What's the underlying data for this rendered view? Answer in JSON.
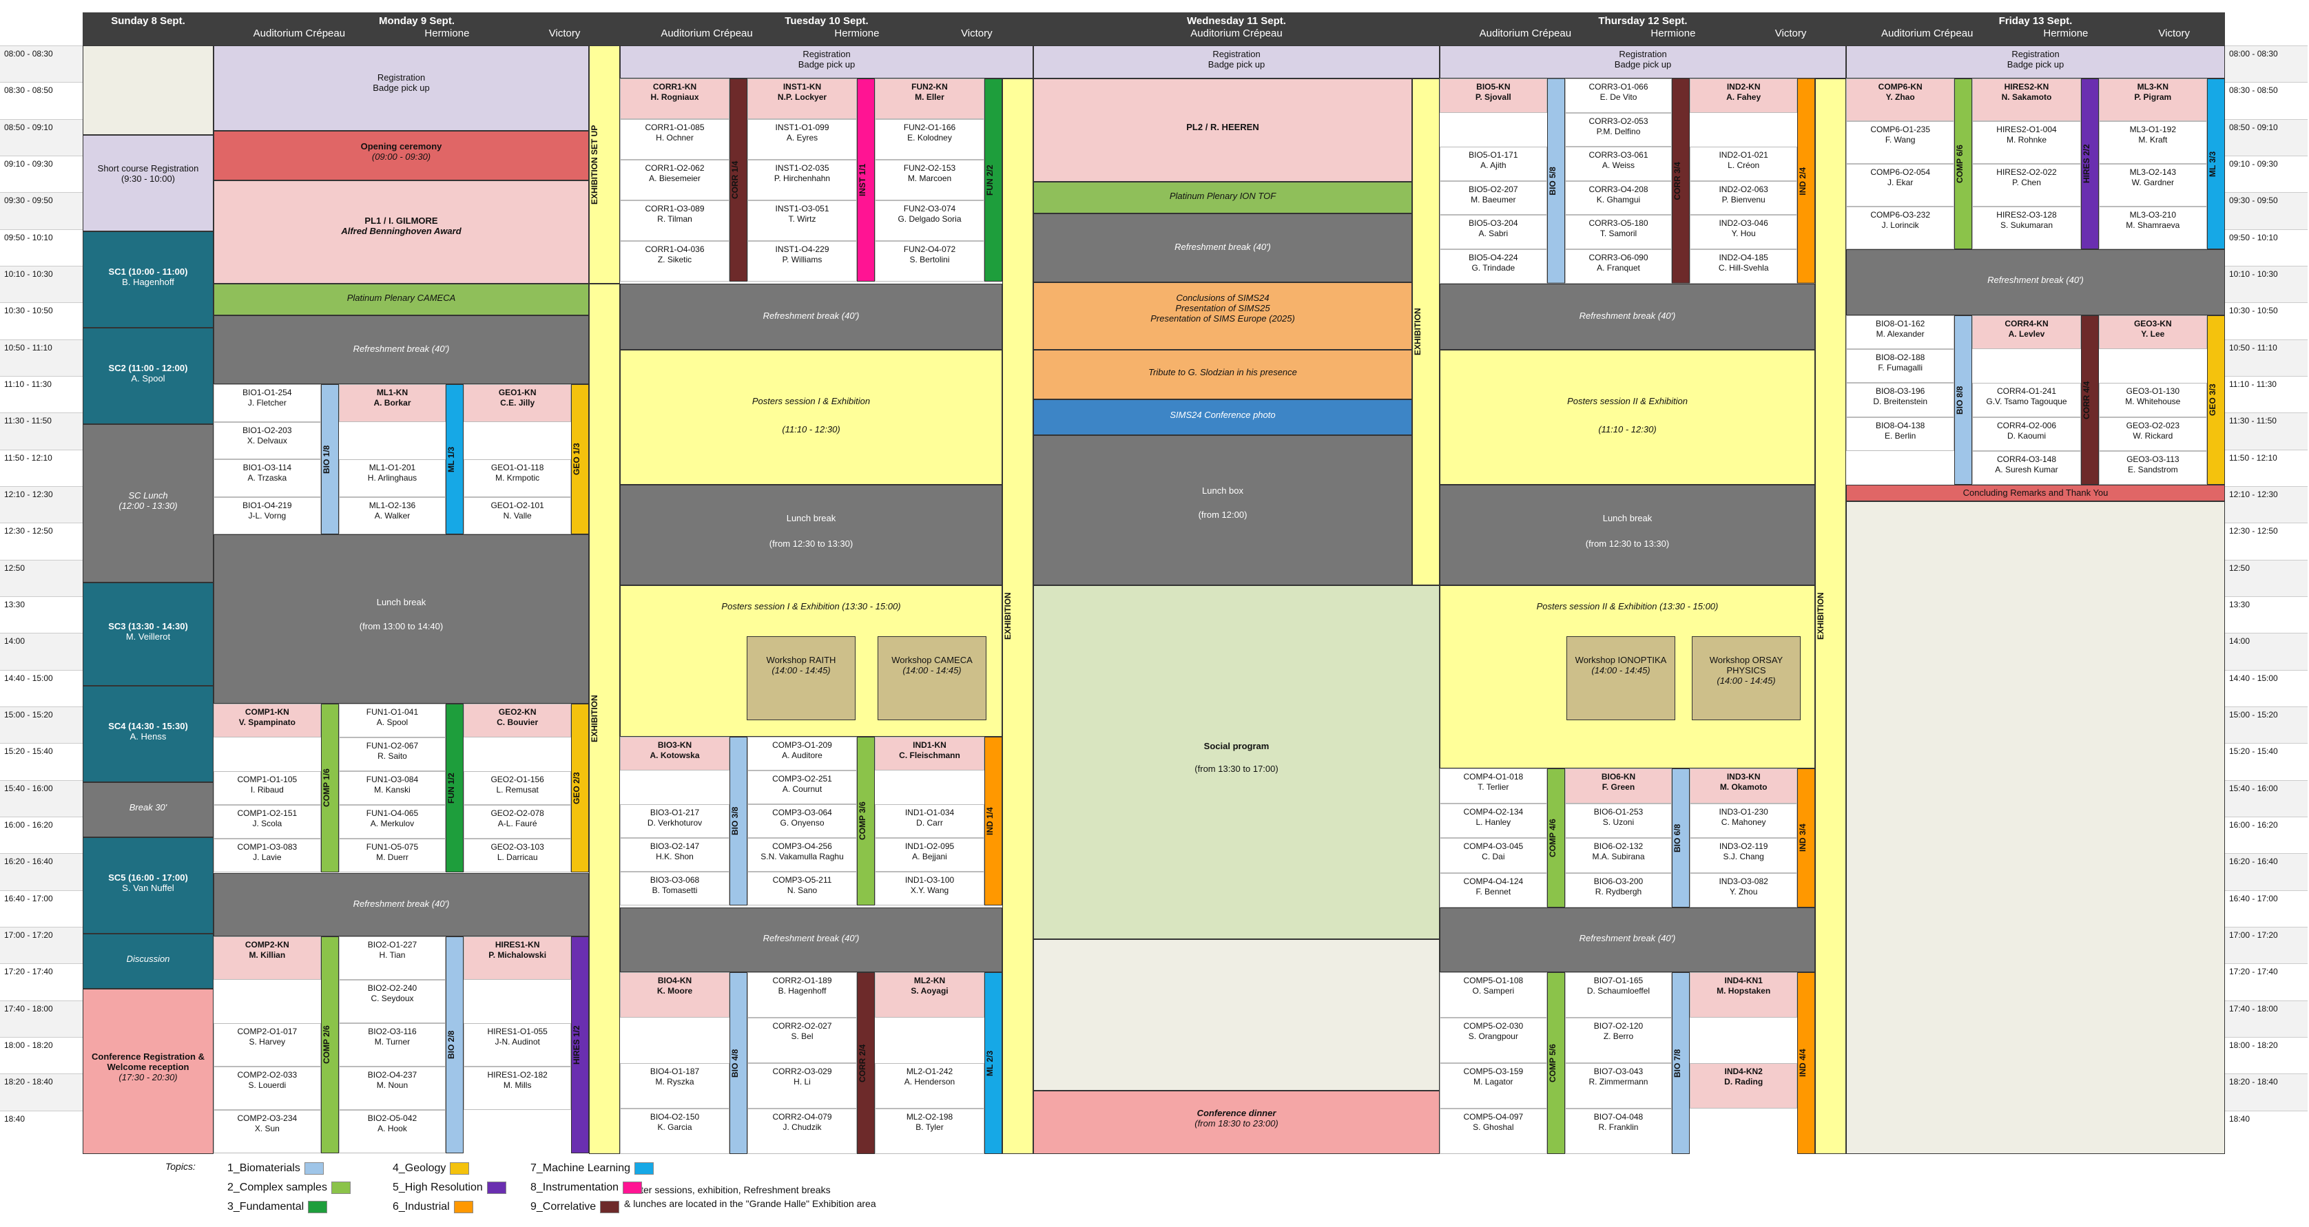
{
  "days": {
    "sun": "Sunday 8 Sept.",
    "mon": "Monday 9 Sept.",
    "tue": "Tuesday 10 Sept.",
    "wed": "Wednesday 11 Sept.",
    "thu": "Thursday 12 Sept.",
    "fri": "Friday 13 Sept."
  },
  "rooms": {
    "a": "Auditorium Crépeau",
    "h": "Hermione",
    "v": "Victory"
  },
  "times": [
    "08:00 - 08:30",
    "08:30 - 08:50",
    "08:50 - 09:10",
    "09:10 - 09:30",
    "09:30 - 09:50",
    "09:50 - 10:10",
    "10:10 - 10:30",
    "10:30 - 10:50",
    "10:50 - 11:10",
    "11:10 - 11:30",
    "11:30 - 11:50",
    "11:50 - 12:10",
    "12:10 - 12:30",
    "12:30 - 12:50",
    "12:50",
    "13:30",
    "14:00",
    "14:40 - 15:00",
    "15:00 - 15:20",
    "15:20 - 15:40",
    "15:40 - 16:00",
    "16:00 - 16:20",
    "16:20 - 16:40",
    "16:40 - 17:00",
    "17:00 - 17:20",
    "17:20 - 17:40",
    "17:40 - 18:00",
    "18:00 - 18:20",
    "18:20 - 18:40",
    "18:40"
  ],
  "sunday": {
    "short_course": "Short course Registration",
    "short_course_time": "(9:30 - 10:00)",
    "sc1": "SC1 (10:00 - 11:00)",
    "sc1_who": "B. Hagenhoff",
    "sc2": "SC2 (11:00 - 12:00)",
    "sc2_who": "A. Spool",
    "sc_lunch": "SC Lunch",
    "sc_lunch_time": "(12:00 - 13:30)",
    "sc3": "SC3 (13:30 - 14:30)",
    "sc3_who": "M. Veillerot",
    "sc4": "SC4 (14:30 - 15:30)",
    "sc4_who": "A. Henss",
    "break": "Break 30'",
    "sc5": "SC5 (16:00 - 17:00)",
    "sc5_who": "S. Van Nuffel",
    "discussion": "Discussion",
    "conf_reg": "Conference Registration & Welcome reception",
    "conf_reg_time": "(17:30 - 20:30)"
  },
  "monday": {
    "registration": "Registration",
    "badge": "Badge pick up",
    "opening": "Opening ceremony",
    "opening_time": "(09:00 - 09:30)",
    "pl1": "PL1 / I. GILMORE",
    "pl1_sub": "Alfred Benninghoven Award",
    "cameca": "Platinum Plenary CAMECA",
    "refresh": "Refreshment break (40')",
    "lunch": "Lunch break",
    "lunch_time": "(from 13:00 to 14:40)",
    "setup": "EXHIBITION SET UP",
    "exhibition": "EXHIBITION",
    "refresh2": "Refreshment break (40')",
    "morning": [
      [
        "BIO1-O1-254",
        "J. Fletcher",
        "ML1-KN",
        "A. Borkar",
        "GEO1-KN",
        "C.E. Jilly"
      ],
      [
        "BIO1-O2-203",
        "X. Delvaux",
        "",
        "",
        "",
        ""
      ],
      [
        "BIO1-O3-114",
        "A. Trzaska",
        "ML1-O1-201",
        "H. Arlinghaus",
        "GEO1-O1-118",
        "M. Krmpotic"
      ],
      [
        "BIO1-O4-219",
        "J-L. Vorng",
        "ML1-O2-136",
        "A. Walker",
        "GEO1-O2-101",
        "N. Valle"
      ]
    ],
    "afternoon": [
      [
        "COMP1-KN",
        "V. Spampinato",
        "FUN1-O1-041",
        "A. Spool",
        "GEO2-KN",
        "C. Bouvier"
      ],
      [
        "",
        "",
        "FUN1-O2-067",
        "R. Saito",
        "",
        ""
      ],
      [
        "COMP1-O1-105",
        "I. Ribaud",
        "FUN1-O3-084",
        "M. Kanski",
        "GEO2-O1-156",
        "L. Remusat"
      ],
      [
        "COMP1-O2-151",
        "J. Scola",
        "FUN1-O4-065",
        "A. Merkulov",
        "GEO2-O2-078",
        "A-L. Fauré"
      ],
      [
        "COMP1-O3-083",
        "J. Lavie",
        "FUN1-O5-075",
        "M. Duerr",
        "GEO2-O3-103",
        "L. Darricau"
      ]
    ],
    "evening": [
      [
        "COMP2-KN",
        "M. Killian",
        "BIO2-O1-227",
        "H. Tian",
        "HIRES1-KN",
        "P. Michalowski"
      ],
      [
        "",
        "",
        "BIO2-O2-240",
        "C. Seydoux",
        "",
        ""
      ],
      [
        "COMP2-O1-017",
        "S. Harvey",
        "BIO2-O3-116",
        "M. Turner",
        "HIRES1-O1-055",
        "J-N. Audinot"
      ],
      [
        "COMP2-O2-033",
        "S. Louerdi",
        "BIO2-O4-237",
        "M. Noun",
        "HIRES1-O2-182",
        "M. Mills"
      ],
      [
        "COMP2-O3-234",
        "X. Sun",
        "BIO2-O5-042",
        "A. Hook",
        "",
        ""
      ]
    ],
    "bars": [
      "BIO 1/8",
      "ML 1/3",
      "GEO 1/3",
      "COMP 1/6",
      "FUN 1/2",
      "GEO 2/3",
      "COMP 2/6",
      "BIO 2/8",
      "HIRES 1/2"
    ]
  },
  "tuesday": {
    "registration": "Registration",
    "badge": "Badge pick up",
    "refresh": "Refreshment break (40')",
    "posters1": "Posters session I & Exhibition",
    "posters1_time": "(11:10 - 12:30)",
    "lunch": "Lunch break",
    "lunch_time": "(from 12:30 to 13:30)",
    "posters2": "Posters session I & Exhibition (13:30 - 15:00)",
    "ws1": "Workshop RAITH",
    "ws1_time": "(14:00 - 14:45)",
    "ws2": "Workshop CAMECA",
    "ws2_time": "(14:00 - 14:45)",
    "refresh2": "Refreshment break (40')",
    "exhibition": "EXHIBITION",
    "morning": [
      [
        "CORR1-KN",
        "H. Rogniaux",
        "INST1-KN",
        "N.P. Lockyer",
        "FUN2-KN",
        "M. Eller"
      ],
      [
        "CORR1-O1-085",
        "H. Ochner",
        "INST1-O1-099",
        "A. Eyres",
        "FUN2-O1-166",
        "E. Kolodney"
      ],
      [
        "CORR1-O2-062",
        "A. Biesemeier",
        "INST1-O2-035",
        "P. Hirchenhahn",
        "FUN2-O2-153",
        "M. Marcoen"
      ],
      [
        "CORR1-O3-089",
        "R. Tilman",
        "INST1-O3-051",
        "T. Wirtz",
        "FUN2-O3-074",
        "G. Delgado Soria"
      ],
      [
        "CORR1-O4-036",
        "Z. Siketic",
        "INST1-O4-229",
        "P. Williams",
        "FUN2-O4-072",
        "S. Bertolini"
      ]
    ],
    "afternoon": [
      [
        "BIO3-KN",
        "A. Kotowska",
        "COMP3-O1-209",
        "A. Auditore",
        "IND1-KN",
        "C. Fleischmann"
      ],
      [
        "",
        "",
        "COMP3-O2-251",
        "A. Cournut",
        "",
        ""
      ],
      [
        "BIO3-O1-217",
        "D. Verkhoturov",
        "COMP3-O3-064",
        "G. Onyenso",
        "IND1-O1-034",
        "D. Carr"
      ],
      [
        "BIO3-O2-147",
        "H.K. Shon",
        "COMP3-O4-256",
        "S.N. Vakamulla Raghu",
        "IND1-O2-095",
        "A. Bejjani"
      ],
      [
        "BIO3-O3-068",
        "B. Tomasetti",
        "COMP3-O5-211",
        "N. Sano",
        "IND1-O3-100",
        "X.Y. Wang"
      ]
    ],
    "evening": [
      [
        "BIO4-KN",
        "K. Moore",
        "CORR2-O1-189",
        "B. Hagenhoff",
        "ML2-KN",
        "S. Aoyagi"
      ],
      [
        "",
        "",
        "CORR2-O2-027",
        "S. Bel",
        "",
        ""
      ],
      [
        "BIO4-O1-187",
        "M. Ryszka",
        "CORR2-O3-029",
        "H. Li",
        "ML2-O1-242",
        "A. Henderson"
      ],
      [
        "BIO4-O2-150",
        "K. Garcia",
        "CORR2-O4-079",
        "J. Chudzik",
        "ML2-O2-198",
        "B. Tyler"
      ]
    ],
    "bars": [
      "CORR 1/4",
      "INST 1/1",
      "FUN 2/2",
      "BIO 3/8",
      "COMP 3/6",
      "IND 1/4",
      "BIO 4/8",
      "CORR 2/4",
      "ML 2/3"
    ]
  },
  "wednesday": {
    "room": "Auditorium Crépeau",
    "registration": "Registration",
    "badge": "Badge pick up",
    "pl2": "PL2 / R. HEEREN",
    "iontof": "Platinum Plenary ION TOF",
    "refresh": "Refreshment break (40')",
    "conclusions": "Conclusions of SIMS24",
    "pres25": "Presentation of SIMS25",
    "pres_eu": "Presentation of SIMS Europe (2025)",
    "tribute": "Tribute to G. Slodzian in his presence",
    "photo": "SIMS24 Conference photo",
    "lunch": "Lunch box",
    "lunch_time": "(from 12:00)",
    "social": "Social program",
    "social_time": "(from 13:30 to 17:00)",
    "dinner": "Conference dinner",
    "dinner_time": "(from 18:30 to 23:00)",
    "exhibition": "EXHIBITION"
  },
  "thursday": {
    "registration": "Registration",
    "badge": "Badge pick up",
    "refresh": "Refreshment break (40')",
    "posters1": "Posters session II & Exhibition",
    "posters1_time": "(11:10 - 12:30)",
    "lunch": "Lunch break",
    "lunch_time": "(from 12:30 to 13:30)",
    "posters2": "Posters session II & Exhibition (13:30 - 15:00)",
    "ws1": "Workshop IONOPTIKA",
    "ws1_time": "(14:00 - 14:45)",
    "ws2": "Workshop ORSAY PHYSICS",
    "ws2_time": "(14:00 - 14:45)",
    "refresh2": "Refreshment break (40')",
    "exhibition": "EXHIBITION",
    "morning": [
      [
        "BIO5-KN",
        "P. Sjovall",
        "CORR3-O1-066",
        "E. De Vito",
        "IND2-KN",
        "A. Fahey"
      ],
      [
        "",
        "",
        "CORR3-O2-053",
        "P.M. Delfino",
        "",
        ""
      ],
      [
        "BIO5-O1-171",
        "A. Ajith",
        "CORR3-O3-061",
        "A. Weiss",
        "IND2-O1-021",
        "L. Créon"
      ],
      [
        "BIO5-O2-207",
        "M. Baeumer",
        "CORR3-O4-208",
        "K. Ghamgui",
        "IND2-O2-063",
        "P. Bienvenu"
      ],
      [
        "BIO5-O3-204",
        "A. Sabri",
        "CORR3-O5-180",
        "T. Samoril",
        "IND2-O3-046",
        "Y. Hou"
      ],
      [
        "BIO5-O4-224",
        "G. Trindade",
        "CORR3-O6-090",
        "A. Franquet",
        "IND2-O4-185",
        "C. Hill-Svehla"
      ]
    ],
    "afternoon": [
      [
        "COMP4-O1-018",
        "T. Terlier",
        "BIO6-KN",
        "F. Green",
        "IND3-KN",
        "M. Okamoto"
      ],
      [
        "COMP4-O2-134",
        "L. Hanley",
        "BIO6-O1-253",
        "S. Uzoni",
        "IND3-O1-230",
        "C. Mahoney"
      ],
      [
        "COMP4-O3-045",
        "C. Dai",
        "BIO6-O2-132",
        "M.A. Subirana",
        "IND3-O2-119",
        "S.J. Chang"
      ],
      [
        "COMP4-O4-124",
        "F. Bennet",
        "BIO6-O3-200",
        "R. Rydbergh",
        "IND3-O3-082",
        "Y. Zhou"
      ]
    ],
    "evening": [
      [
        "COMP5-O1-108",
        "O. Samperi",
        "BIO7-O1-165",
        "D. Schaumloeffel",
        "IND4-KN1",
        "M. Hopstaken"
      ],
      [
        "COMP5-O2-030",
        "S. Orangpour",
        "BIO7-O2-120",
        "Z. Berro",
        "",
        ""
      ],
      [
        "COMP5-O3-159",
        "M. Lagator",
        "BIO7-O3-043",
        "R. Zimmermann",
        "IND4-KN2",
        "D. Rading"
      ],
      [
        "COMP5-O4-097",
        "S. Ghoshal",
        "BIO7-O4-048",
        "R. Franklin",
        "",
        ""
      ]
    ],
    "bars": [
      "BIO 5/8",
      "CORR 3/4",
      "IND 2/4",
      "COMP 4/6",
      "BIO 6/8",
      "IND 3/4",
      "COMP 5/6",
      "BIO 7/8",
      "IND 4/4"
    ]
  },
  "friday": {
    "registration": "Registration",
    "badge": "Badge pick up",
    "refresh": "Refreshment break (40')",
    "concluding": "Concluding Remarks and Thank You",
    "morning": [
      [
        "COMP6-KN",
        "Y. Zhao",
        "HIRES2-KN",
        "N. Sakamoto",
        "ML3-KN",
        "P. Pigram"
      ],
      [
        "COMP6-O1-235",
        "F. Wang",
        "HIRES2-O1-004",
        "M. Rohnke",
        "ML3-O1-192",
        "M. Kraft"
      ],
      [
        "COMP6-O2-054",
        "J. Ekar",
        "HIRES2-O2-022",
        "P. Chen",
        "ML3-O2-143",
        "W. Gardner"
      ],
      [
        "COMP6-O3-232",
        "J. Lorincik",
        "HIRES2-O3-128",
        "S. Sukumaran",
        "ML3-O3-210",
        "M. Shamraeva"
      ]
    ],
    "late": [
      [
        "BIO8-O1-162",
        "M. Alexander",
        "CORR4-KN",
        "A. Levlev",
        "GEO3-KN",
        "Y. Lee"
      ],
      [
        "BIO8-O2-188",
        "F. Fumagalli",
        "",
        "",
        "",
        ""
      ],
      [
        "BIO8-O3-196",
        "D. Breitenstein",
        "CORR4-O1-241",
        "G.V. Tsamo Tagouque",
        "GEO3-O1-130",
        "M. Whitehouse"
      ],
      [
        "BIO8-O4-138",
        "E. Berlin",
        "CORR4-O2-006",
        "D. Kaoumi",
        "GEO3-O2-023",
        "W. Rickard"
      ],
      [
        "",
        "",
        "CORR4-O3-148",
        "A. Suresh Kumar",
        "GEO3-O3-113",
        "E. Sandstrom"
      ]
    ],
    "bars": [
      "COMP 6/6",
      "HIRES 2/2",
      "ML 3/3",
      "BIO 8/8",
      "CORR 4/4",
      "GEO 3/3"
    ]
  },
  "legend": {
    "label": "Topics:",
    "items": [
      "1_Biomaterials",
      "2_Complex samples",
      "3_Fundamental",
      "4_Geology",
      "5_High Resolution",
      "6_Industrial",
      "7_Machine Learning",
      "8_Instrumentation",
      "9_Correlative"
    ],
    "colors": [
      "#9fc5e8",
      "#8bc34a",
      "#1e9e3c",
      "#f4c20d",
      "#6a2fb0",
      "#ff9800",
      "#16a8e6",
      "#ff1493",
      "#6d2a2a"
    ],
    "note1": "Poster sessions, exhibition, Refreshment breaks",
    "note2": "& lunches are located in the \"Grande Halle\" Exhibition area"
  }
}
